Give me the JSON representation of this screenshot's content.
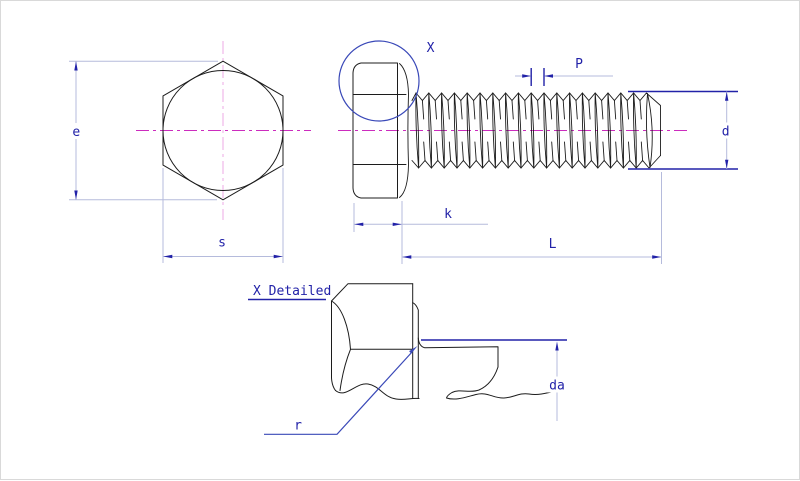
{
  "drawing": {
    "type": "engineering-drawing",
    "subject": "hex-head-bolt",
    "views": [
      "hex-head-front-view",
      "bolt-side-view",
      "fillet-detail-view"
    ]
  },
  "labels": {
    "width_across_corners": "e",
    "width_across_flats": "s",
    "detail_callout": "X",
    "thread_pitch": "P",
    "thread_diameter": "d",
    "head_height": "k",
    "bolt_length": "L",
    "detail_title": "X Detailed",
    "fillet_radius": "r",
    "transition_diameter": "da"
  },
  "colors": {
    "background": "#ffffff",
    "drawing_line": "#1c1c1c",
    "dimension_line": "#b5bbdc",
    "dimension_accent": "#2222a8",
    "centerline": "#cc2cbe",
    "centerline_light": "#eeaae6",
    "callout_circle": "#3a49b8"
  }
}
